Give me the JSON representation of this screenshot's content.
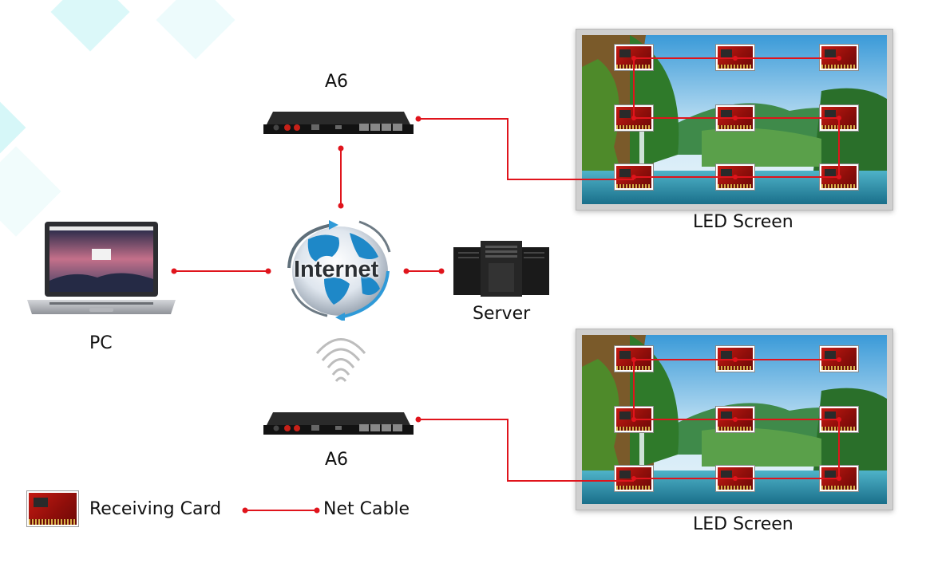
{
  "labels": {
    "a6_top": "A6",
    "a6_bottom": "A6",
    "pc": "PC",
    "server": "Server",
    "internet": "Internet",
    "led_screen_top": "LED Screen",
    "led_screen_bottom": "LED Screen"
  },
  "legend": {
    "receiving_card": "Receiving Card",
    "net_cable": "Net Cable"
  },
  "colors": {
    "cable": "#e0141c",
    "device": "#1b1b1b",
    "globe_blue": "#1e88c8",
    "background_accent": "#ccf3f5"
  }
}
